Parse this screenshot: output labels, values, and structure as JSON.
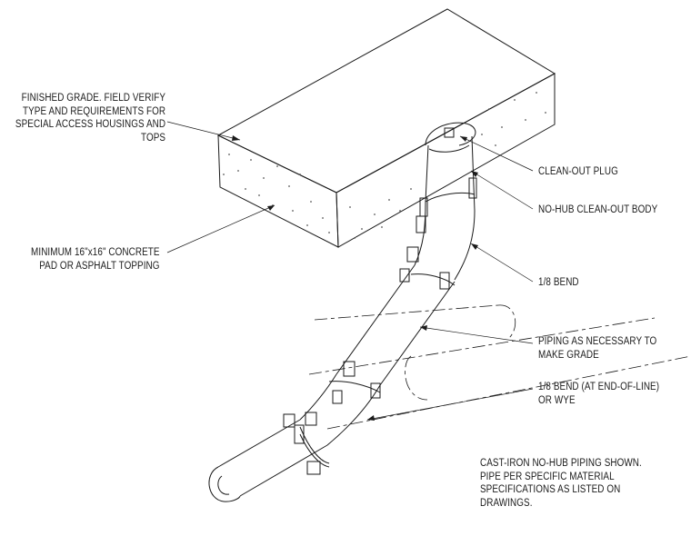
{
  "labels": {
    "finished_grade": [
      "FINISHED GRADE. FIELD VERIFY",
      "TYPE AND REQUIREMENTS FOR",
      "SPECIAL ACCESS HOUSINGS AND",
      "TOPS"
    ],
    "concrete_pad": [
      "MINIMUM 16\"x16\" CONCRETE",
      "PAD OR ASPHALT TOPPING"
    ],
    "cleanout_plug": [
      "CLEAN-OUT PLUG"
    ],
    "cleanout_body": [
      "NO-HUB CLEAN-OUT BODY"
    ],
    "bend": [
      "1/8 BEND"
    ],
    "piping": [
      "PIPING AS NECESSARY TO",
      "MAKE GRADE"
    ],
    "bend_end": [
      "1/8 BEND (AT END-OF-LINE)",
      "OR WYE"
    ],
    "note": [
      "CAST-IRON NO-HUB PIPING SHOWN.",
      "PIPE PER SPECIFIC MATERIAL",
      "SPECIFICATIONS AS LISTED ON",
      "DRAWINGS."
    ]
  }
}
